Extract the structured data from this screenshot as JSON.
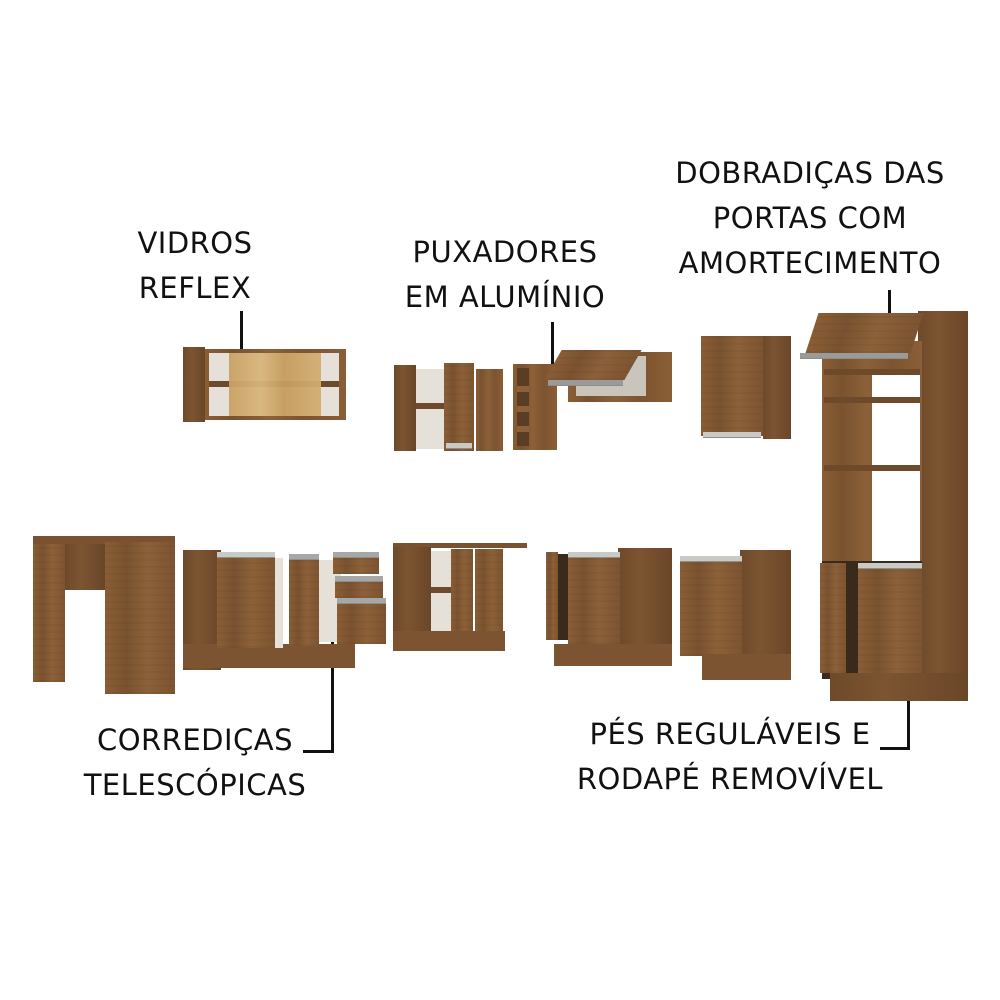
{
  "labels": {
    "vidros_reflex": [
      "VIDROS",
      "REFLEX"
    ],
    "puxadores": [
      "PUXADORES",
      "EM ALUMÍNIO"
    ],
    "dobradicas": [
      "DOBRADIÇAS DAS",
      "PORTAS COM",
      "AMORTECIMENTO"
    ],
    "corredicas": [
      "CORREDIÇAS",
      "TELESCÓPICAS"
    ],
    "pes_regulaveis": [
      "PÉS REGULÁVEIS E",
      "RODAPÉ REMOVÍVEL"
    ]
  },
  "colors": {
    "wood": "#8a5e35",
    "wood_dark": "#6e4a2a",
    "interior": "#e6e1d8",
    "handle": "#c9c9c6",
    "glass": "#d3ae72",
    "text": "#111111",
    "background": "#ffffff"
  },
  "furniture": {
    "upper": [
      "glass-wall-cabinet",
      "corner-wall-cabinet",
      "open-shelf-unit",
      "flip-up-wall-cabinet",
      "single-door-wall-cabinet"
    ],
    "lower": [
      "desk-table",
      "drawer-base-cabinet",
      "corner-base-cabinet",
      "two-door-base-cabinet",
      "single-door-base-cabinet"
    ],
    "tall": "oven-tower-cabinet"
  }
}
